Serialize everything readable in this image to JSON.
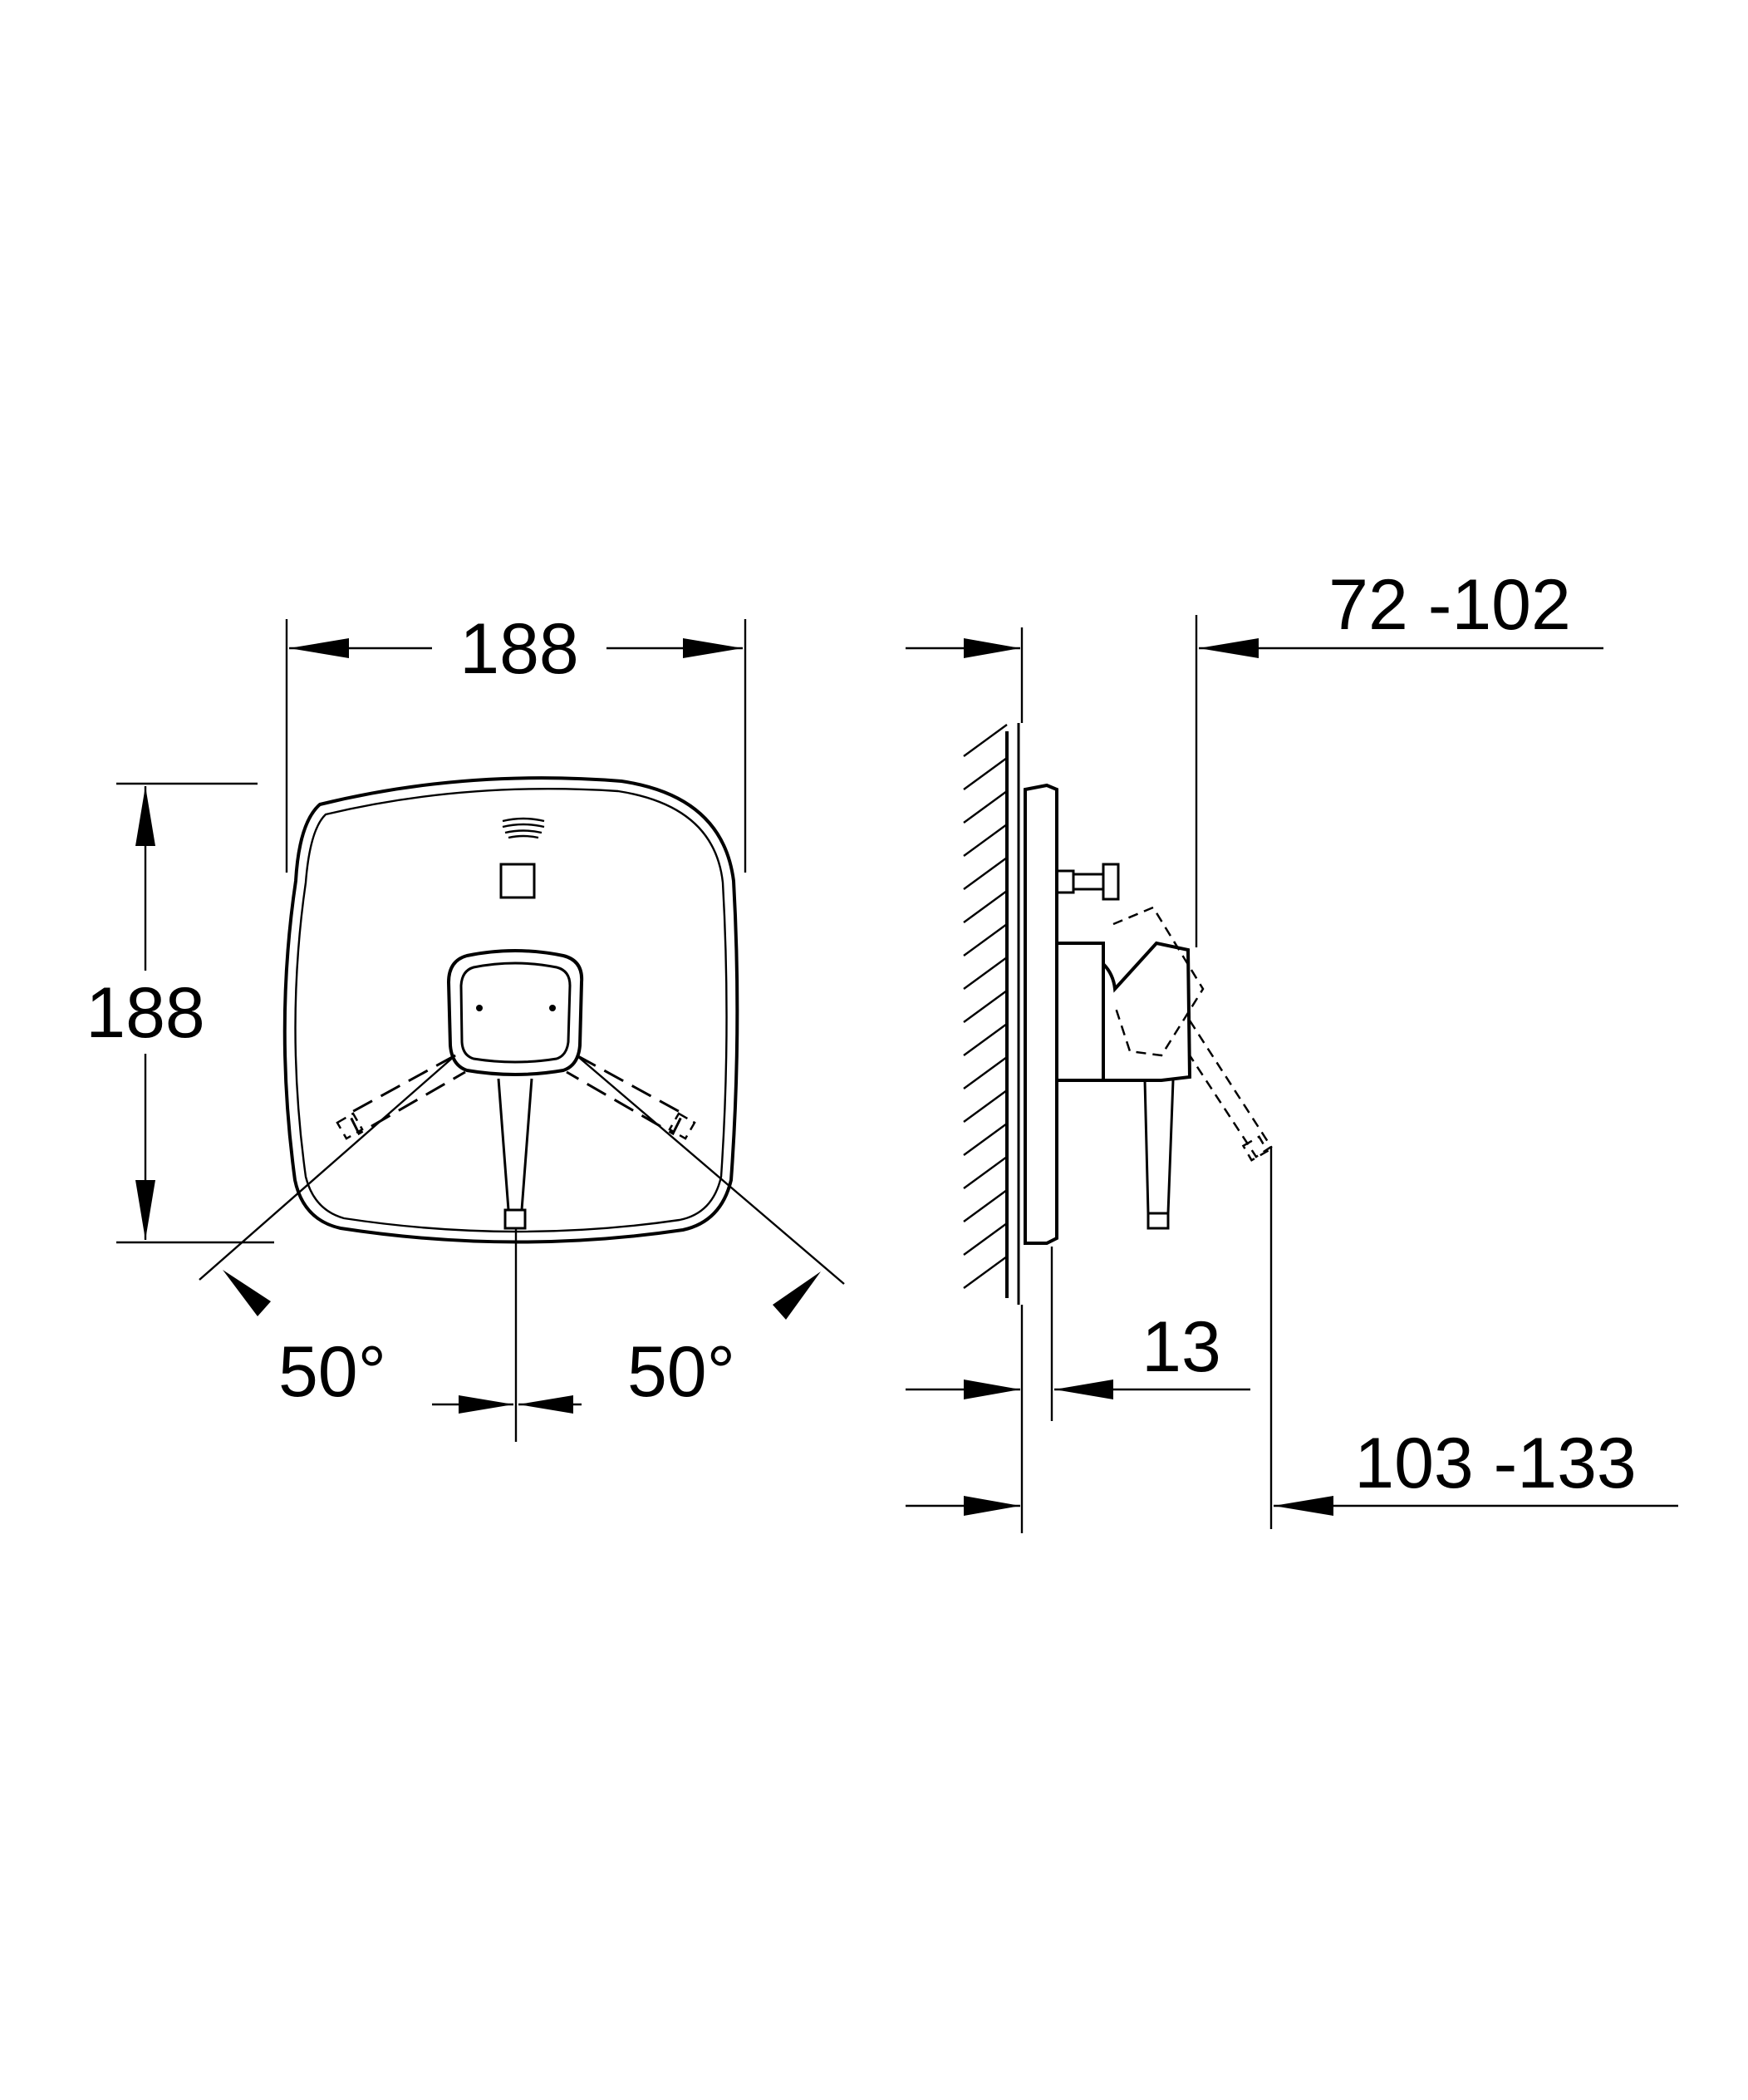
{
  "front_view": {
    "width_label": "188",
    "height_label": "188",
    "angle_left_label": "50°",
    "angle_right_label": "50°"
  },
  "side_view": {
    "projection_label": "72 -102",
    "plate_label": "13",
    "depth_label": "103 -133"
  }
}
